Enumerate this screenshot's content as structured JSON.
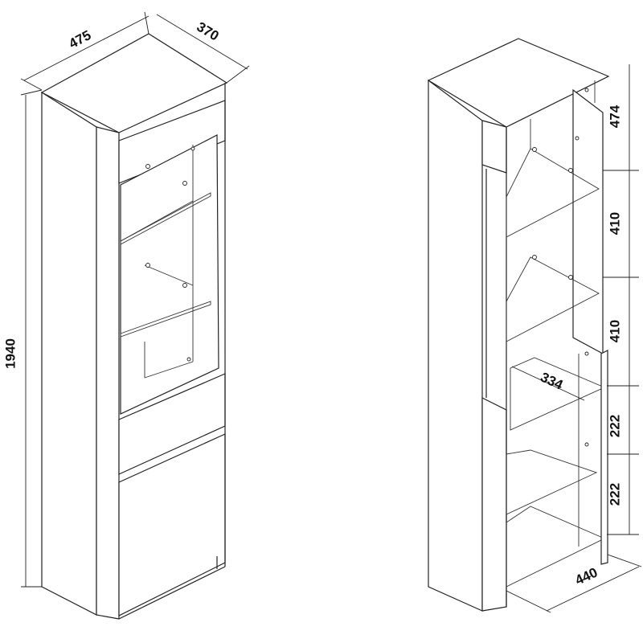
{
  "left_view": {
    "dimensions": {
      "width": "475",
      "depth": "370",
      "height": "1940"
    }
  },
  "right_view": {
    "dimensions": {
      "top_compartment": "474",
      "upper_compartment": "410",
      "middle_compartment": "410",
      "shelf_depth": "334",
      "lower_compartment_1": "222",
      "lower_compartment_2": "222",
      "depth": "440"
    }
  }
}
